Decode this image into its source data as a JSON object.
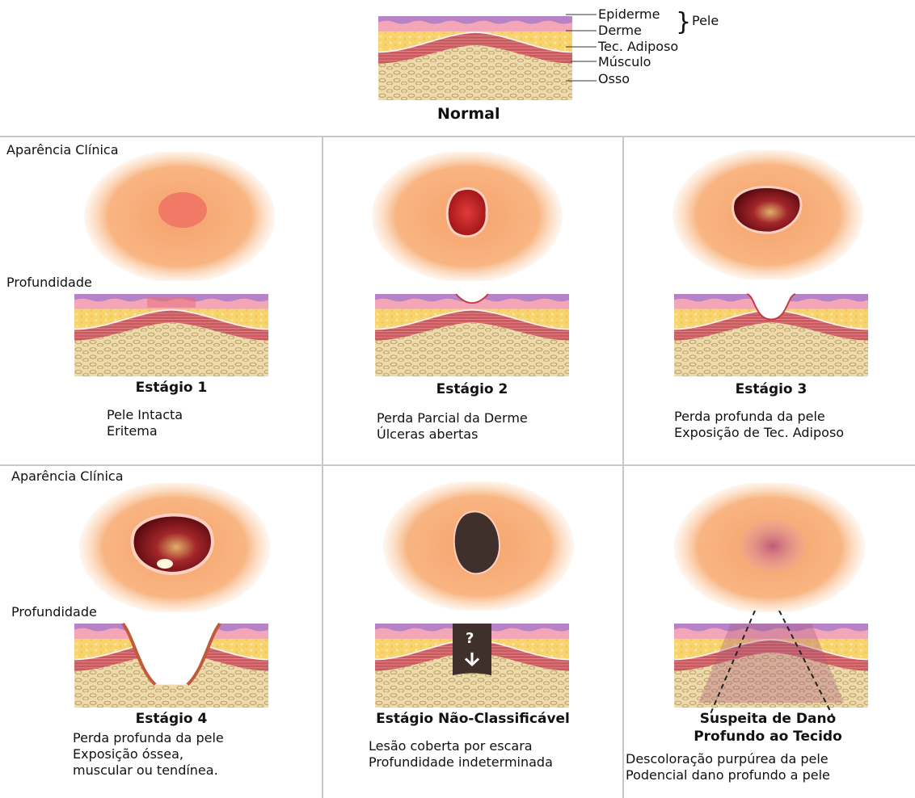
{
  "normal": {
    "title": "Normal",
    "labels": {
      "epiderme": "Epiderme",
      "derme": "Derme",
      "pele": "Pele",
      "adiposo": "Tec. Adiposo",
      "musculo": "Músculo",
      "osso": "Osso"
    }
  },
  "row_labels": {
    "aparencia_1": "Aparência Clínica",
    "profundidade_1": "Profundidade",
    "aparencia_2": "Aparência Clínica",
    "profundidade_2": "Profundidade"
  },
  "stages": [
    {
      "title": "Estágio 1",
      "lines": [
        "Pele Intacta",
        "Eritema"
      ]
    },
    {
      "title": "Estágio 2",
      "lines": [
        "Perda Parcial da Derme",
        "Úlceras abertas"
      ]
    },
    {
      "title": "Estágio 3",
      "lines": [
        "Perda profunda da pele",
        "Exposição de Tec. Adiposo"
      ]
    },
    {
      "title": "Estágio 4",
      "lines": [
        "Perda profunda da pele",
        "Exposição óssea,",
        "muscular ou tendínea."
      ]
    },
    {
      "title": "Estágio Não-Classificável",
      "lines": [
        "Lesão coberta por escara",
        "Profundidade indeterminada"
      ]
    },
    {
      "title_lines": [
        "Suspeita de Dano",
        "Profundo ao Tecido"
      ],
      "lines": [
        "Descoloração purpúrea da pele",
        "Podencial dano profundo a pele"
      ]
    }
  ],
  "unclassified_mark": "?",
  "colors": {
    "epidermis": "#b683c6",
    "dermis": "#f3a6b8",
    "fat": "#f7d36a",
    "muscle": "#c85a5e",
    "bone": "#ecd9a8",
    "skin_halo": "#f7b27c",
    "grid": "#c8c8c8"
  }
}
